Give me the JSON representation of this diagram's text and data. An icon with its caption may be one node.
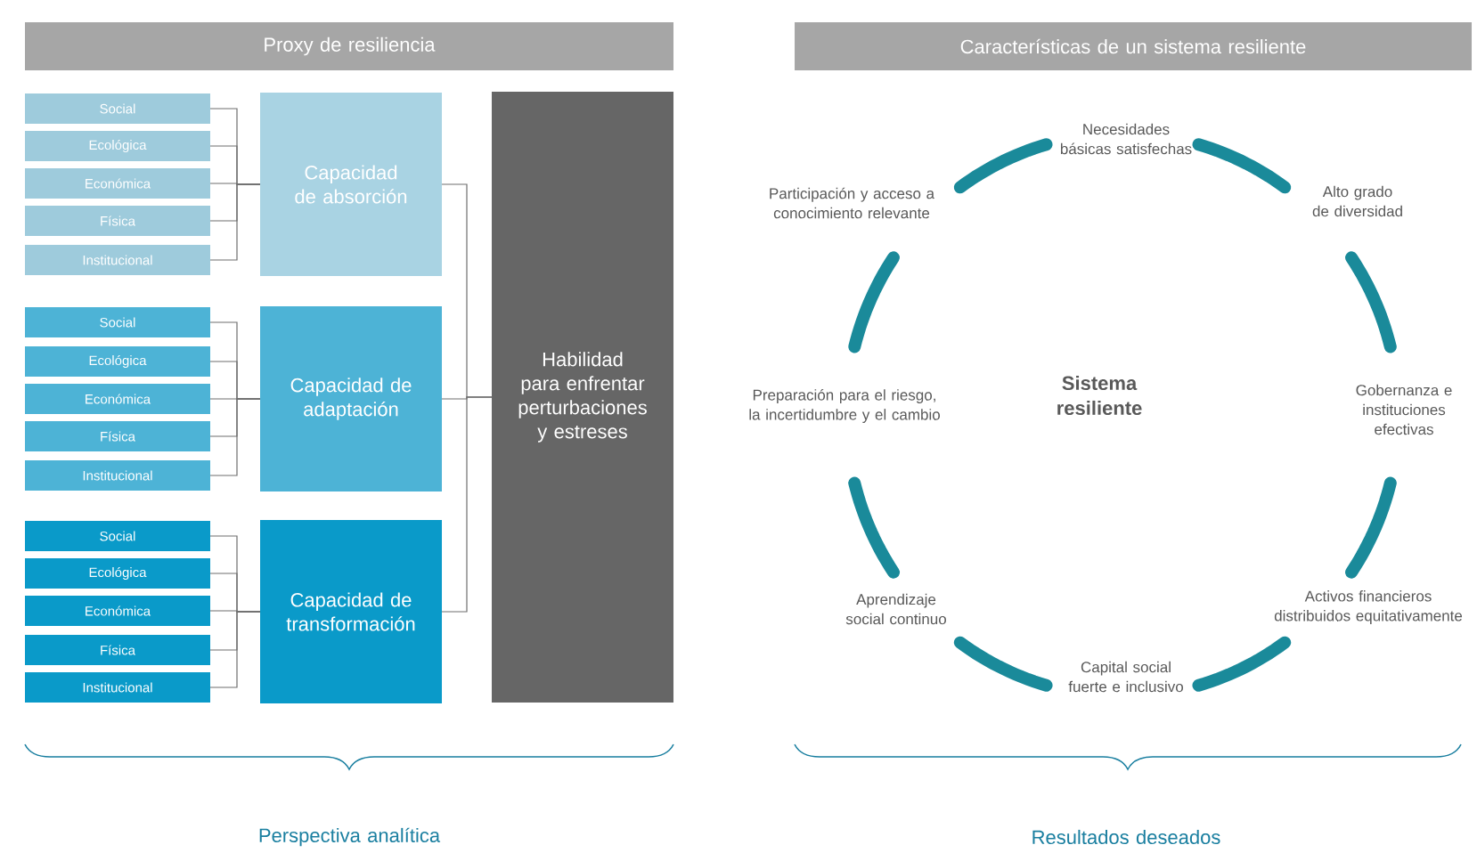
{
  "diagram": {
    "nodes": [
      {
        "text": [
          "Proxy de resiliencia"
        ]
      },
      {
        "text": [
          "Social"
        ]
      },
      {
        "text": [
          "Ecológica"
        ]
      },
      {
        "text": [
          "Económica"
        ]
      },
      {
        "text": [
          "Física"
        ]
      },
      {
        "text": [
          "Institucional"
        ]
      },
      {
        "text": [
          "Capacidad de absorción"
        ]
      },
      {
        "text": [
          "Social"
        ]
      },
      {
        "text": [
          "Ecológica"
        ]
      },
      {
        "text": [
          "Económica"
        ]
      },
      {
        "text": [
          "Física"
        ]
      },
      {
        "text": [
          "Institucional"
        ]
      },
      {
        "text": [
          "Capacidad de adaptación"
        ]
      },
      {
        "text": [
          "Social"
        ]
      },
      {
        "text": [
          "Ecológica"
        ]
      },
      {
        "text": [
          "Económica"
        ]
      },
      {
        "text": [
          "Física"
        ]
      },
      {
        "text": [
          "Institucional"
        ]
      },
      {
        "text": [
          "Capacidad de transformación"
        ]
      },
      {
        "text": [
          "Habilidad para enfrentar perturbaciones y estreses"
        ]
      },
      {
        "text": [
          "Características de un sistema resiliente"
        ]
      }
    ],
    "edges": [
      {
        "from": 1,
        "to": 6,
        "arrow": "none"
      },
      {
        "from": 2,
        "to": 6,
        "arrow": "none"
      },
      {
        "from": 3,
        "to": 6,
        "arrow": "none"
      },
      {
        "from": 4,
        "to": 6,
        "arrow": "none"
      },
      {
        "from": 5,
        "to": 6,
        "arrow": "none"
      },
      {
        "from": 7,
        "to": 12,
        "arrow": "none"
      },
      {
        "from": 8,
        "to": 12,
        "arrow": "none"
      },
      {
        "from": 9,
        "to": 12,
        "arrow": "none"
      },
      {
        "from": 10,
        "to": 12,
        "arrow": "none"
      },
      {
        "from": 11,
        "to": 12,
        "arrow": "none"
      },
      {
        "from": 13,
        "to": 18,
        "arrow": "none"
      },
      {
        "from": 14,
        "to": 18,
        "arrow": "none"
      },
      {
        "from": 15,
        "to": 18,
        "arrow": "none"
      },
      {
        "from": 16,
        "to": 18,
        "arrow": "none"
      },
      {
        "from": 17,
        "to": 18,
        "arrow": "none"
      },
      {
        "from": 6,
        "to": 19,
        "arrow": "none"
      },
      {
        "from": 12,
        "to": 19,
        "arrow": "none"
      },
      {
        "from": 18,
        "to": 19,
        "arrow": "none"
      }
    ],
    "labels": [
      "Necesidades básicas satisfechas",
      "Participación y acceso a conocimiento relevante",
      "Alto grado de diversidad",
      "Preparación para el riesgo, la incertidumbre y el cambio",
      "Sistema resiliente",
      "Gobernanza e instituciones efectivas",
      "Aprendizaje social continuo",
      "Activos financieros distribuidos equitativamente",
      "Capital social fuerte e inclusivo",
      "Perspectiva analítica",
      "Resultados deseados"
    ]
  }
}
